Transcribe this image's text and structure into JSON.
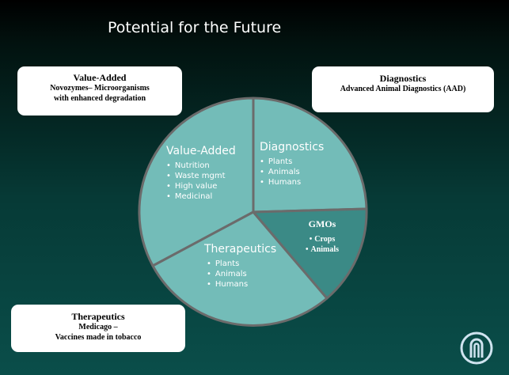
{
  "slide": {
    "title": "Potential for the Future"
  },
  "callouts": {
    "value_added": {
      "heading": "Value-Added",
      "line1": "Novozymes– Microorganisms",
      "line2": "with enhanced degradation"
    },
    "diagnostics": {
      "heading": "Diagnostics",
      "line1": "Advanced Animal Diagnostics (AAD)"
    },
    "therapeutics": {
      "heading": "Therapeutics",
      "line1": "Medicago –",
      "line2": "Vaccines made in tobacco"
    }
  },
  "pie": {
    "value_added": {
      "title": "Value-Added",
      "items": [
        "Nutrition",
        "Waste mgmt",
        "High value",
        "Medicinal"
      ]
    },
    "diagnostics": {
      "title": "Diagnostics",
      "items": [
        "Plants",
        "Animals",
        "Humans"
      ]
    },
    "therapeutics": {
      "title": "Therapeutics",
      "items": [
        "Plants",
        "Animals",
        "Humans"
      ]
    },
    "gmos": {
      "title": "GMOs",
      "items": [
        "Crops",
        "Animals"
      ]
    }
  },
  "colors": {
    "pie_fill": "#73bcb8",
    "gmo_fill": "#3b8a86",
    "pie_stroke": "#6b6b6b",
    "background_top": "#000000",
    "background_bottom": "#0a4e4a"
  },
  "icons": {
    "logo": "university-seal-icon"
  }
}
